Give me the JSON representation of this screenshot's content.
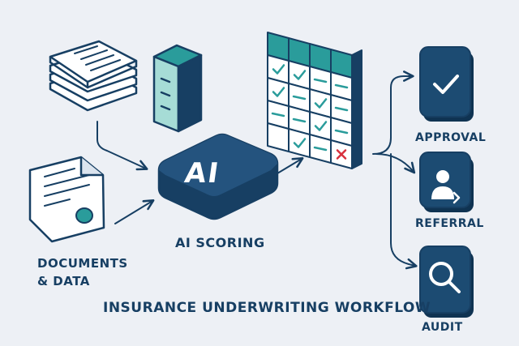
{
  "labels": {
    "documents_line1": "DOCUMENTS",
    "documents_line2": "& DATA",
    "ai_badge": "AI",
    "ai_scoring": "AI SCORING",
    "approval": "APPROVAL",
    "referral": "REFERRAL",
    "audit": "AUDIT",
    "workflow_title": "INSURANCE UNDERWRITING WORKFLOW"
  },
  "icons": {
    "paper_stack": "paper-stack-icon",
    "server": "server-icon",
    "document": "document-icon",
    "ai_chip": "ai-chip-icon",
    "scoring_grid": "scoring-grid-icon",
    "approval": "checkmark-icon",
    "referral": "user-arrow-icon",
    "audit": "magnifier-icon"
  },
  "colors": {
    "navy": "#173f63",
    "teal": "#2a9c9b",
    "mint": "#a6dcd6",
    "background": "#edf0f5",
    "reject_red": "#d8303c"
  },
  "scoring_grid": {
    "rows": 5,
    "columns": 4,
    "cells": [
      [
        "",
        "",
        "",
        ""
      ],
      [
        "check",
        "check",
        "dash",
        "dash"
      ],
      [
        "check",
        "dash",
        "check",
        "dash"
      ],
      [
        "dash",
        "dash",
        "check",
        "dash"
      ],
      [
        "",
        "check",
        "dash",
        "cross"
      ]
    ]
  }
}
